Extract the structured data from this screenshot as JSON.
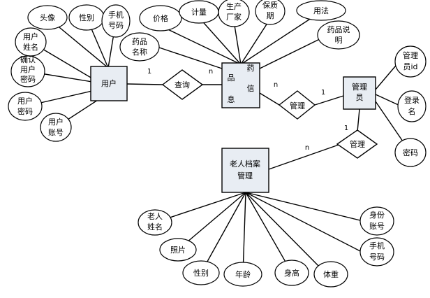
{
  "entities": {
    "user": "用户",
    "drug_info": [
      "药",
      "品",
      "信",
      "息"
    ],
    "admin": [
      "管理",
      "员"
    ],
    "elder_archive": [
      "老人档案",
      "管理"
    ]
  },
  "relationships": {
    "query": "查询",
    "manage_drug": "管理",
    "manage_archive": "管理"
  },
  "attributes": {
    "user": {
      "avatar": "头像",
      "gender": "性别",
      "phone": [
        "手机",
        "号码"
      ],
      "name": [
        "用户",
        "姓名"
      ],
      "confirm_password": [
        "确认",
        "用户",
        "密码"
      ],
      "password": [
        "用户",
        "密码"
      ],
      "account": [
        "用户",
        "账号"
      ]
    },
    "drug": {
      "price": "价格",
      "measure": "计量",
      "manufacturer": [
        "生产",
        "厂家"
      ],
      "shelf_life": [
        "保质",
        "期"
      ],
      "usage": "用法",
      "name": [
        "药品",
        "名称"
      ],
      "description": [
        "药品说",
        "明"
      ]
    },
    "admin": {
      "id": [
        "管理",
        "员id"
      ],
      "login_name": [
        "登录",
        "名"
      ],
      "password": "密码"
    },
    "elder": {
      "name": [
        "老人",
        "姓名"
      ],
      "photo": "照片",
      "gender": "性别",
      "age": "年龄",
      "height": "身高",
      "weight": "体重",
      "id_number": [
        "身份",
        "账号"
      ],
      "phone": [
        "手机",
        "号码"
      ]
    }
  },
  "cardinalities": {
    "user_query": "1",
    "query_drug": "n",
    "drug_manage": "n",
    "manage_admin": "1",
    "admin_manage2": "1",
    "manage2_archive": "n"
  }
}
